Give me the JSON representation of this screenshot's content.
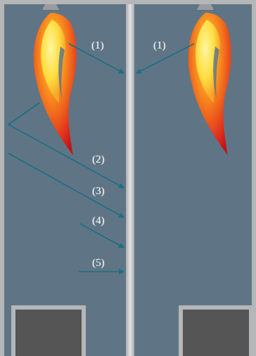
{
  "diagram": {
    "labels": [
      "(1)",
      "(1)",
      "(2)",
      "(3)",
      "(4)",
      "(5)"
    ]
  }
}
